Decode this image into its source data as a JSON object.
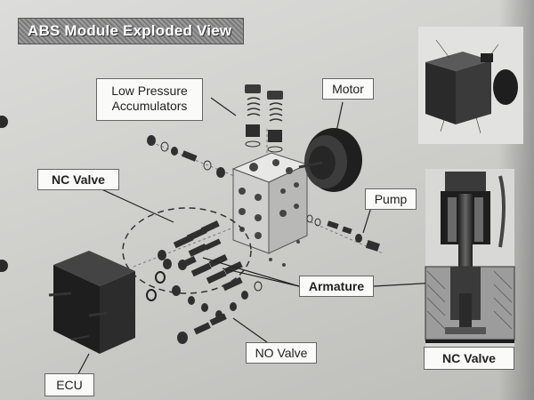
{
  "title": "ABS Module Exploded View",
  "labels": {
    "low_pressure_line1": "Low Pressure",
    "low_pressure_line2": "Accumulators",
    "motor": "Motor",
    "nc_valve_left": "NC Valve",
    "pump": "Pump",
    "armature": "Armature",
    "no_valve": "NO Valve",
    "ecu": "ECU",
    "nc_valve_right": "NC Valve"
  },
  "colors": {
    "paper": "#d6d6d3",
    "title_bg": "#8a8a8a",
    "part_dark": "#2b2b2b",
    "label_border": "#666666"
  }
}
